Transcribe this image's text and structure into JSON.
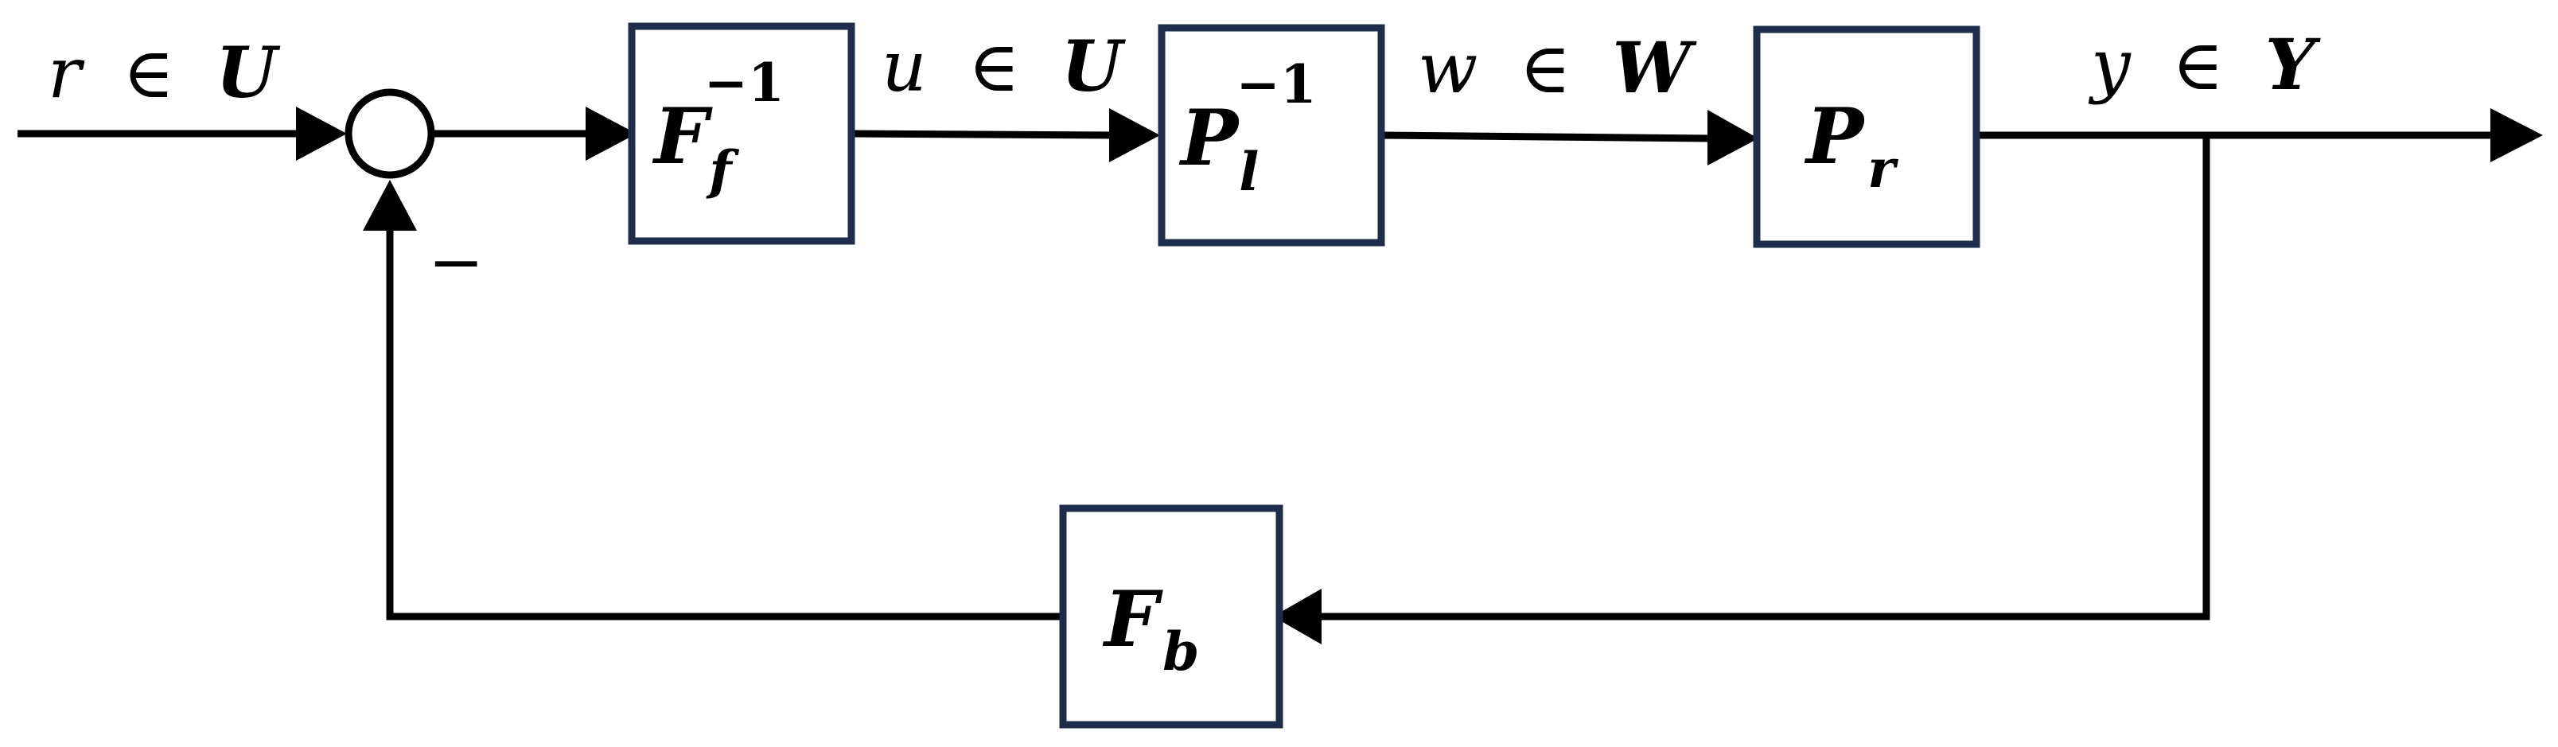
{
  "colors": {
    "line": "#000000",
    "block_border": "#1f2d4d",
    "background": "#ffffff"
  },
  "signals": {
    "r": {
      "var": "r",
      "op": "∈",
      "set": "U"
    },
    "u": {
      "var": "u",
      "op": "∈",
      "set": "U"
    },
    "w": {
      "var": "w",
      "op": "∈",
      "set": "W"
    },
    "y": {
      "var": "y",
      "op": "∈",
      "set": "Y"
    }
  },
  "blocks": {
    "ff_inv": {
      "main": "F",
      "sub": "f",
      "sup": "−1"
    },
    "pl_inv": {
      "main": "P",
      "sub": "l",
      "sup": "−1"
    },
    "pr": {
      "main": "P",
      "sub": "r"
    },
    "fb": {
      "main": "F",
      "sub": "b"
    }
  },
  "summing_junction": {
    "feedback_sign": "−"
  }
}
